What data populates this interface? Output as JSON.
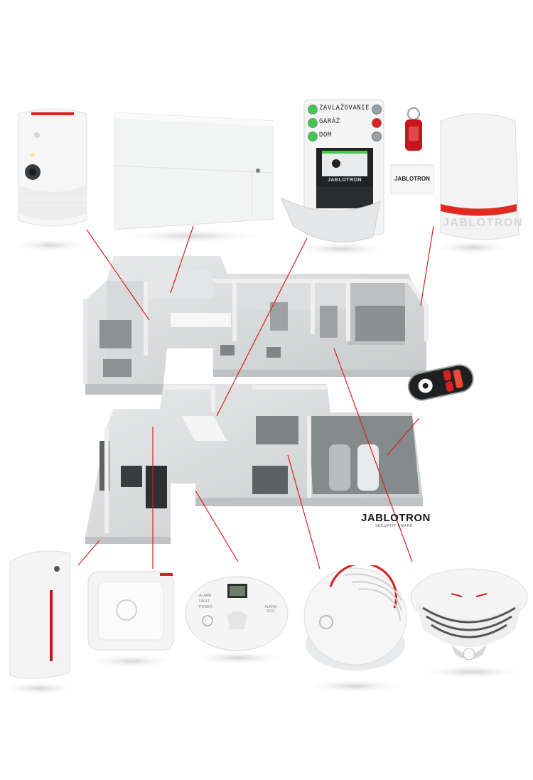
{
  "keypad": {
    "rows": [
      {
        "label": "ZAVLAŽOVANIE",
        "led_left": "#3ec94a",
        "led_right": "#9aa0a4"
      },
      {
        "label": "GARÁŽ",
        "led_left": "#3ec94a",
        "led_right": "#e02020"
      },
      {
        "label": "DOM",
        "led_left": "#3ec94a",
        "led_right": "#9aa0a4"
      }
    ],
    "screen_brand": "JABLOTRON"
  },
  "keyfob_card": {
    "brand": "JABLOTRON"
  },
  "siren": {
    "brand": "JABLOTRON"
  },
  "co_detector": {
    "labels": [
      "ALARM",
      "FAULT",
      "POWER"
    ],
    "right_text": "ALARM TEST"
  },
  "watermark": {
    "brand": "JABLOTRON",
    "tagline": "SECURITY AWARD"
  },
  "colors": {
    "accent_red": "#d8201c",
    "device_white": "#f4f4f4",
    "floor_grey": "#cfd1d2",
    "dark_grey": "#555a5e"
  }
}
